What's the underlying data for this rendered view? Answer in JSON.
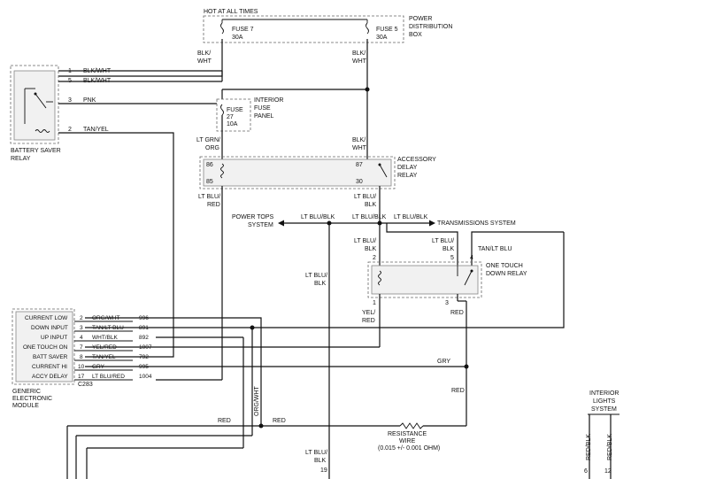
{
  "power_box": {
    "title": "HOT AT ALL TIMES",
    "fuse7": "FUSE 7",
    "fuse7_rating": "30A",
    "fuse5": "FUSE 5",
    "fuse5_rating": "30A",
    "name_lines": [
      "POWER",
      "DISTRIBUTION",
      "BOX"
    ]
  },
  "fuse_panel": {
    "fuse": "FUSE",
    "number": "27",
    "rating": "10A",
    "name_lines": [
      "INTERIOR",
      "FUSE",
      "PANEL"
    ]
  },
  "battery_saver_relay": {
    "name_lines": [
      "BATTERY SAVER",
      "RELAY"
    ],
    "pins": [
      {
        "pin": "1",
        "wire": "BLK/WHT"
      },
      {
        "pin": "5",
        "wire": "BLK/WHT"
      },
      {
        "pin": "3",
        "wire": "PNK"
      },
      {
        "pin": "2",
        "wire": "TAN/YEL"
      }
    ]
  },
  "accessory_relay": {
    "name_lines": [
      "ACCESSORY",
      "DELAY",
      "RELAY"
    ],
    "pin86": "86",
    "pin85": "85",
    "pin87": "87",
    "pin30": "30"
  },
  "one_touch_relay": {
    "name_lines": [
      "ONE TOUCH",
      "DOWN RELAY"
    ],
    "pin2": "2",
    "pin5": "5",
    "pin4": "4",
    "pin1": "1",
    "pin3": "3"
  },
  "wire_labels": {
    "blk_wht_top_l": [
      "BLK/",
      "WHT"
    ],
    "blk_wht_top_r": [
      "BLK/",
      "WHT"
    ],
    "lt_grn_org": [
      "LT GRN/",
      "ORG"
    ],
    "blk_wht_mid": [
      "BLK/",
      "WHT"
    ],
    "lt_blu_red": [
      "LT BLU/",
      "RED"
    ],
    "lt_blu_blk_30": [
      "LT BLU/",
      "BLK"
    ],
    "bus1": "LT BLU/BLK",
    "bus2": "LT BLU/BLK",
    "bus3": "LT BLU/BLK",
    "power_tops": [
      "POWER TOPS",
      "SYSTEM"
    ],
    "transmissions": "TRANSMISSIONS SYSTEM",
    "otd2": [
      "LT BLU/",
      "BLK"
    ],
    "otd5": [
      "LT BLU/",
      "BLK"
    ],
    "otd4": "TAN/LT BLU",
    "lt_blu_blk_left": [
      "LT BLU/",
      "BLK"
    ],
    "yel_red": [
      "YEL/",
      "RED"
    ],
    "red_pin3": "RED",
    "gry": "GRY",
    "red_mid": "RED",
    "red_bottom_left": "RED",
    "red_bottom_mid": "RED",
    "org_wht": "ORG/WHT",
    "resistance": [
      "RESISTANCE",
      "WIRE",
      "(0.015 +/- 0.001 OHM)"
    ],
    "bottom_lt_blu_blk": [
      "LT BLU/",
      "BLK"
    ],
    "bottom_19": "19"
  },
  "gem": {
    "name_lines": [
      "GENERIC",
      "ELECTRONIC",
      "MODULE"
    ],
    "connector": "C283",
    "rows": [
      {
        "label": "CURRENT LOW",
        "pin": "2",
        "wire": "ORG/WHT",
        "circuit": "996"
      },
      {
        "label": "DOWN INPUT",
        "pin": "3",
        "wire": "TAN/LT BLU",
        "circuit": "891"
      },
      {
        "label": "UP INPUT",
        "pin": "4",
        "wire": "WHT/BLK",
        "circuit": "892"
      },
      {
        "label": "ONE TOUCH ON",
        "pin": "7",
        "wire": "YEL/RED",
        "circuit": "1007"
      },
      {
        "label": "BATT SAVER",
        "pin": "8",
        "wire": "TAN/YEL",
        "circuit": "792"
      },
      {
        "label": "CURRENT HI",
        "pin": "10",
        "wire": "GRY",
        "circuit": "995"
      },
      {
        "label": "ACCY DELAY",
        "pin": "17",
        "wire": "LT BLU/RED",
        "circuit": "1004"
      }
    ]
  },
  "interior_lights": {
    "name_lines": [
      "INTERIOR",
      "LIGHTS",
      "SYSTEM"
    ],
    "wires": [
      "RED/BLK",
      "RED/BLK"
    ],
    "pins": [
      "6",
      "12"
    ]
  }
}
